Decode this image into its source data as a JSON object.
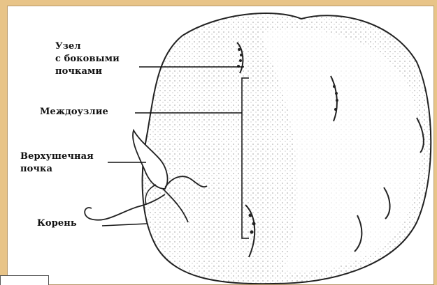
{
  "labels": {
    "node_line1": "Узел",
    "node_line2": "с боковыми",
    "node_line3": "почками",
    "internode": "Междоузлие",
    "apical_line1": "Верхушечная",
    "apical_line2": "почка",
    "root": "Корень"
  },
  "colors": {
    "background": "#e8c488",
    "panel": "#ffffff",
    "ink": "#111111"
  }
}
